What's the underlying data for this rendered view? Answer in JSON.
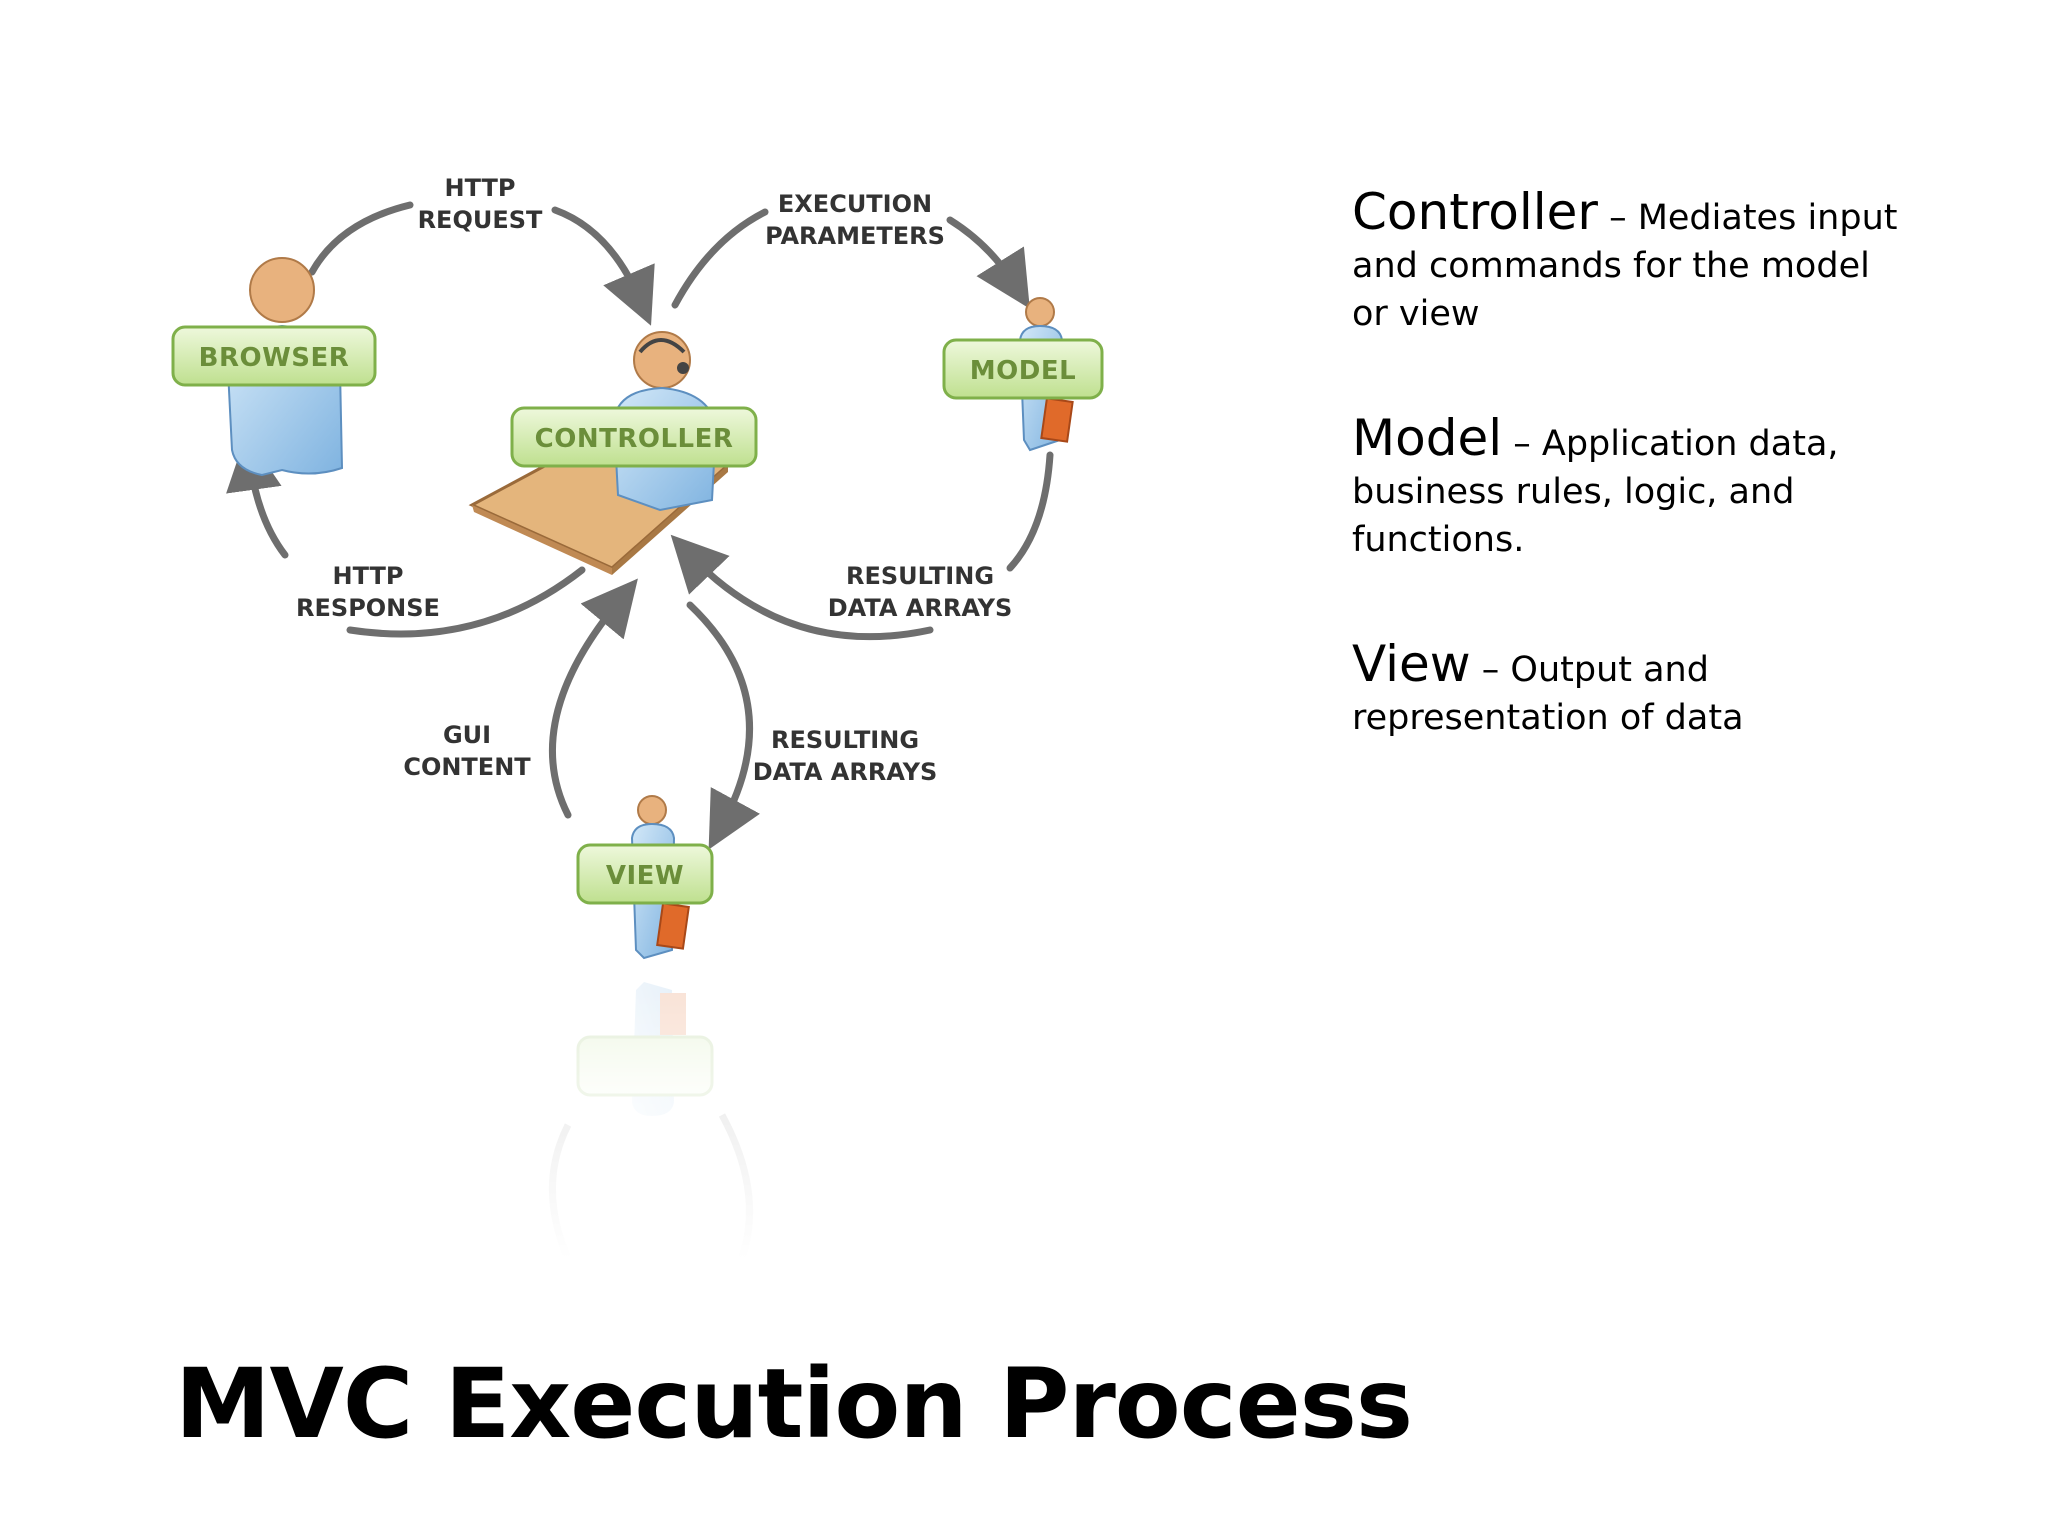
{
  "title": "MVC Execution Process",
  "diagram": {
    "nodes": {
      "browser": "BROWSER",
      "controller": "CONTROLLER",
      "model": "MODEL",
      "view": "VIEW"
    },
    "edges": {
      "http_request": [
        "HTTP",
        "REQUEST"
      ],
      "execution_parameters": [
        "EXECUTION",
        "PARAMETERS"
      ],
      "http_response": [
        "HTTP",
        "RESPONSE"
      ],
      "resulting_data_arrays_model": [
        "RESULTING",
        "DATA ARRAYS"
      ],
      "gui_content": [
        "GUI",
        "CONTENT"
      ],
      "resulting_data_arrays_view": [
        "RESULTING",
        "DATA ARRAYS"
      ]
    },
    "colors": {
      "label_box_fill": "#d2ecab",
      "label_box_border": "#7fb04a",
      "label_text": "#6b8e3a",
      "arrow": "#6e6e6e",
      "person_blue": "#9ec8ea",
      "person_skin": "#e8b27e",
      "desk": "#e4b57c",
      "document": "#e06a2a"
    }
  },
  "legend": [
    {
      "term": "Controller",
      "desc": " – Mediates input and commands for the model or view"
    },
    {
      "term": "Model",
      "desc": " – Application data, business rules, logic, and functions."
    },
    {
      "term": "View",
      "desc": " – Output and representation of data"
    }
  ]
}
